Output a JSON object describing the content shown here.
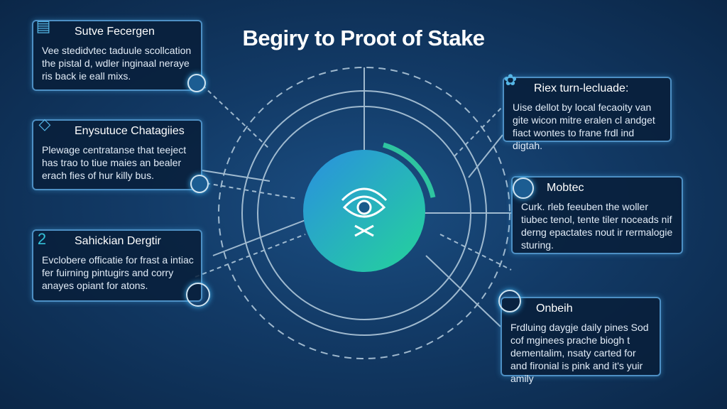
{
  "title": "Begiry to Proot of Stake",
  "panels": [
    {
      "title": "Sutve Fecergen",
      "body": "Vee stedidvtec taduule scollcation the pistal d, wdler inginaal neraye ris back ie eall mixs."
    },
    {
      "title": "Enysutuce Chatagiies",
      "body": "Plewage centratanse that teeject has trao to tiue maies an bealer erach fies of hur killy bus."
    },
    {
      "title": "Sahickian Dergtir",
      "body": "Evclobere officatie for frast a intiac fer fuirning pintugirs and corry anayes opiant for atons."
    },
    {
      "title": "Riex turn-lecluade:",
      "body": "Uise dellot by local fecaoity van gite wicon mitre eralen cl andget fiact wontes to frane frdl ind digtah."
    },
    {
      "title": "Mobtec",
      "body": "Curk. rleb feeuben the woller tiubec tenol, tente tiler noceads nif derng epactates nout ir rermalogie sturing."
    },
    {
      "title": "Onbeih",
      "body": "Frdluing daygje daily pines Sod cof mginees prache biogh t dementalim, nsaty carted for and fironial is pink and it's yuir amily"
    }
  ],
  "colors": {
    "accent": "#2ec4a0",
    "ring": "#c8d8e6",
    "hub_start": "#2a8fe0",
    "hub_end": "#24d49a"
  }
}
